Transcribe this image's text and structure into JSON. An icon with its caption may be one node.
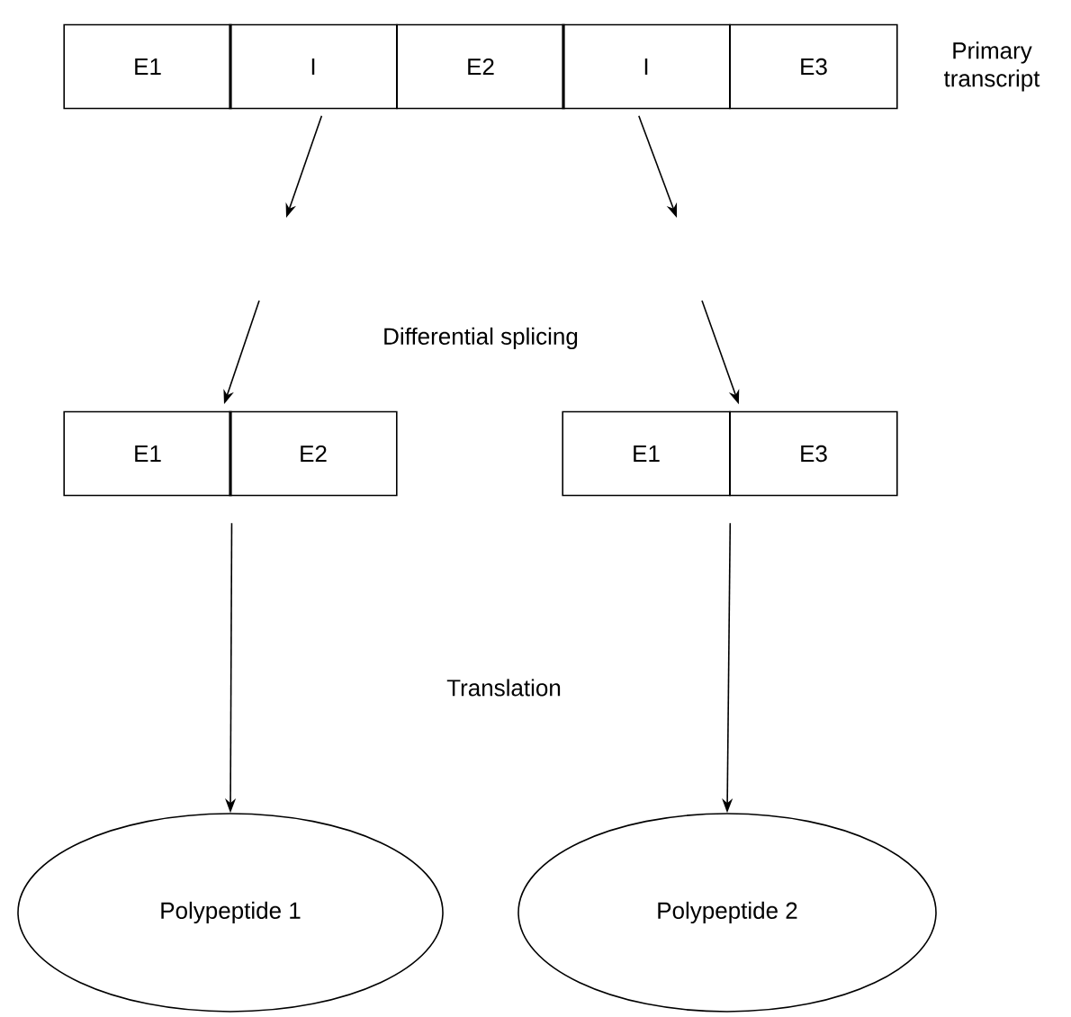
{
  "diagram": {
    "nodes": [
      {
        "text": [
          "E1"
        ]
      },
      {
        "text": [
          "I"
        ]
      },
      {
        "text": [
          "E2"
        ]
      },
      {
        "text": [
          "I"
        ]
      },
      {
        "text": [
          "E3"
        ]
      },
      {
        "text": [
          "E1"
        ]
      },
      {
        "text": [
          "E2"
        ]
      },
      {
        "text": [
          "E1"
        ]
      },
      {
        "text": [
          "E3"
        ]
      },
      {
        "text": [
          "Polypeptide 1"
        ]
      },
      {
        "text": [
          "Polypeptide 2"
        ]
      }
    ],
    "edges": [
      {
        "from": 1,
        "to": null,
        "arrow": "to"
      },
      {
        "from": 3,
        "to": null,
        "arrow": "to"
      },
      {
        "from": null,
        "to": 5,
        "arrow": "to"
      },
      {
        "from": null,
        "to": 7,
        "arrow": "to"
      },
      {
        "from": 5,
        "to": 9,
        "arrow": "to"
      },
      {
        "from": 7,
        "to": 10,
        "arrow": "to"
      }
    ],
    "labels": [
      "Primary transcript",
      "Differential splicing",
      "Translation"
    ]
  }
}
